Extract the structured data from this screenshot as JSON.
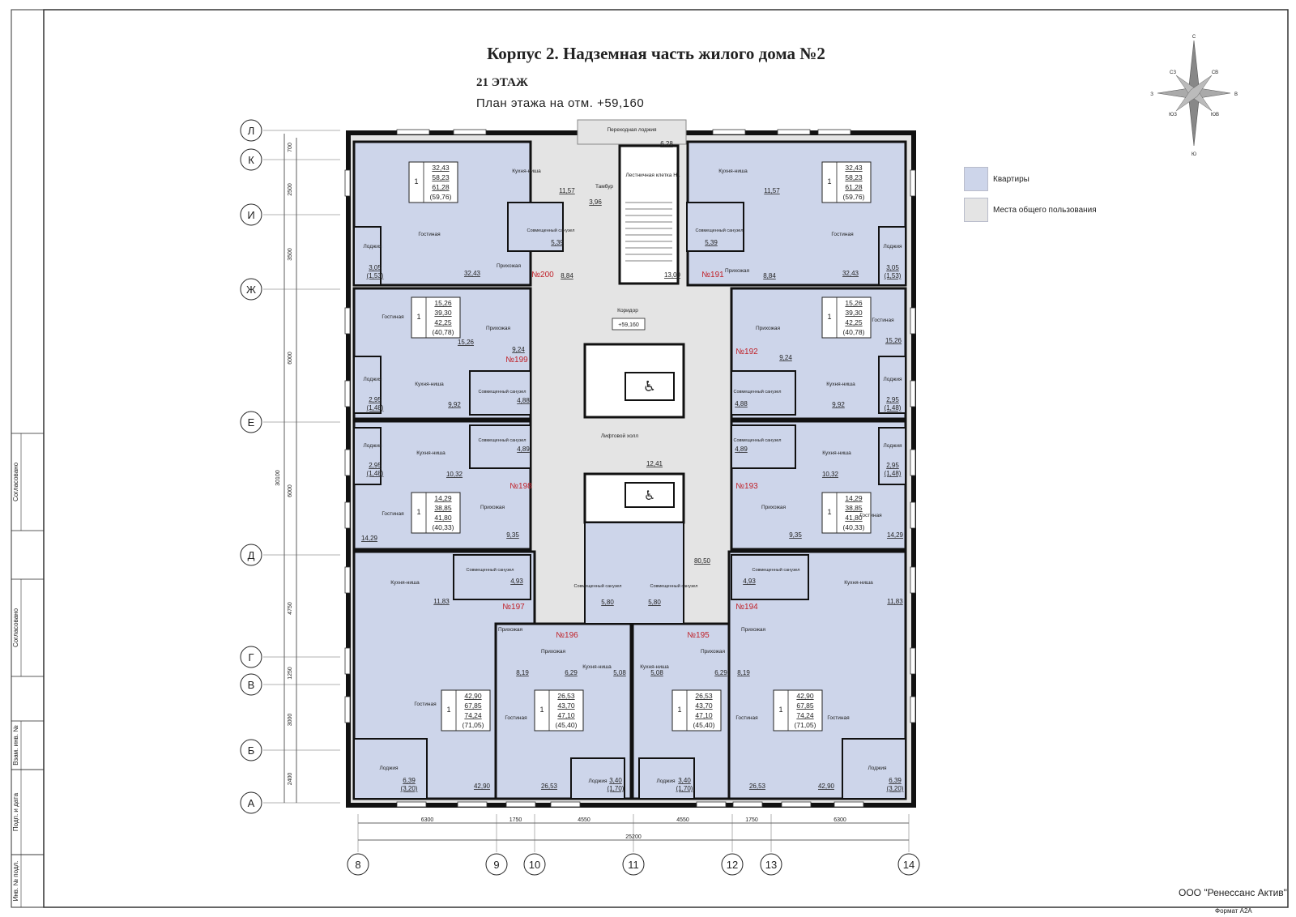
{
  "header": {
    "title": "Корпус 2. Надземная часть жилого дома №2",
    "floor": "21 ЭТАЖ",
    "plan": "План этажа на отм. +59,160"
  },
  "legend": [
    {
      "label": "Квартиры",
      "color": "#cdd5ea"
    },
    {
      "label": "Места общего пользования",
      "color": "#e4e4e4"
    }
  ],
  "compass": {
    "n": "С",
    "ne": "СВ",
    "e": "В",
    "se": "ЮВ",
    "s": "Ю",
    "sw": "ЮЗ",
    "w": "З",
    "nw": "СЗ"
  },
  "row_axes": [
    "Л",
    "К",
    "И",
    "Ж",
    "Е",
    "Д",
    "Г",
    "В",
    "Б",
    "А"
  ],
  "row_dims": [
    "700",
    "2500",
    "3500",
    "6000",
    "6000",
    "4750",
    "1250",
    "3000",
    "2400"
  ],
  "row_total": "30100",
  "col_axes": [
    "8",
    "9",
    "10",
    "11",
    "12",
    "13",
    "14"
  ],
  "col_dims": [
    "6300",
    "1750",
    "4550",
    "4550",
    "1750",
    "6300"
  ],
  "col_total": "25200",
  "side_stamp": [
    "Согласовано",
    "Согласовано",
    "Взам. инв. №",
    "Подп. и дата",
    "Инв. № подл."
  ],
  "common": {
    "balcony": "Переходная лоджия",
    "balcony_area": "6,28",
    "tambour": "Тамбур",
    "tambour_area": "3,96",
    "stair": "Лестничная клетка Н1",
    "stair_area": "13,00",
    "corridor": "Коридор",
    "corridor_level": "+59,160",
    "corridor_area": "80,50",
    "lift_hall": "Лифтовой холл",
    "lift_hall_area": "12,41"
  },
  "apartments": [
    {
      "no": "№200",
      "rooms": "1",
      "stats": [
        "32,43",
        "58,23",
        "61,28",
        "(59,76)"
      ],
      "living": "32,43",
      "hall": "8,84",
      "kitchen": "11,57",
      "bath": "5,39",
      "loggia": "3,05",
      "loggia2": "(1,53)"
    },
    {
      "no": "№191",
      "rooms": "1",
      "stats": [
        "32,43",
        "58,23",
        "61,28",
        "(59,76)"
      ],
      "living": "32,43",
      "hall": "8,84",
      "kitchen": "11,57",
      "bath": "5,39",
      "loggia": "3,05",
      "loggia2": "(1,53)"
    },
    {
      "no": "№199",
      "rooms": "1",
      "stats": [
        "15,26",
        "39,30",
        "42,25",
        "(40,78)"
      ],
      "living": "15,26",
      "hall": "9,24",
      "kitchen": "9,92",
      "bath": "4,88",
      "loggia": "2,95",
      "loggia2": "(1,48)"
    },
    {
      "no": "№192",
      "rooms": "1",
      "stats": [
        "15,26",
        "39,30",
        "42,25",
        "(40,78)"
      ],
      "living": "15,26",
      "hall": "9,24",
      "kitchen": "9,92",
      "bath": "4,88",
      "loggia": "2,95",
      "loggia2": "(1,48)"
    },
    {
      "no": "№198",
      "rooms": "1",
      "stats": [
        "14,29",
        "38,85",
        "41,80",
        "(40,33)"
      ],
      "living": "14,29",
      "hall": "9,35",
      "kitchen": "10,32",
      "bath": "4,89",
      "loggia": "2,95",
      "loggia2": "(1,48)"
    },
    {
      "no": "№193",
      "rooms": "1",
      "stats": [
        "14,29",
        "38,85",
        "41,80",
        "(40,33)"
      ],
      "living": "14,29",
      "hall": "9,35",
      "kitchen": "10,32",
      "bath": "4,89",
      "loggia": "2,95",
      "loggia2": "(1,48)"
    },
    {
      "no": "№197",
      "rooms": "1",
      "stats": [
        "42,90",
        "67,85",
        "74,24",
        "(71,05)"
      ],
      "living": "42,90",
      "hall": "8,19",
      "kitchen": "11,83",
      "bath": "4,93",
      "loggia": "6,39",
      "loggia2": "(3,20)"
    },
    {
      "no": "№194",
      "rooms": "1",
      "stats": [
        "42,90",
        "67,85",
        "74,24",
        "(71,05)"
      ],
      "living": "42,90",
      "hall": "8,19",
      "kitchen": "11,83",
      "bath": "4,93",
      "loggia": "6,39",
      "loggia2": "(3,20)"
    },
    {
      "no": "№196",
      "rooms": "1",
      "stats": [
        "26,53",
        "43,70",
        "47,10",
        "(45,40)"
      ],
      "living": "26,53",
      "hall": "6,29",
      "kitchen": "5,08",
      "bath": "5,80",
      "loggia": "3,40",
      "loggia2": "(1,70)"
    },
    {
      "no": "№195",
      "rooms": "1",
      "stats": [
        "26,53",
        "43,70",
        "47,10",
        "(45,40)"
      ],
      "living": "26,53",
      "hall": "6,29",
      "kitchen": "5,08",
      "bath": "5,80",
      "loggia": "3,40",
      "loggia2": "(1,70)"
    }
  ],
  "room_labels": {
    "living": "Гостиная",
    "hall": "Прихожая",
    "kitchen": "Кухня-ниша",
    "bath": "Совмещенный санузел",
    "loggia": "Лоджия"
  },
  "footer": {
    "company": "ООО \"Ренессанс Актив\"",
    "format": "Формат А2А"
  }
}
